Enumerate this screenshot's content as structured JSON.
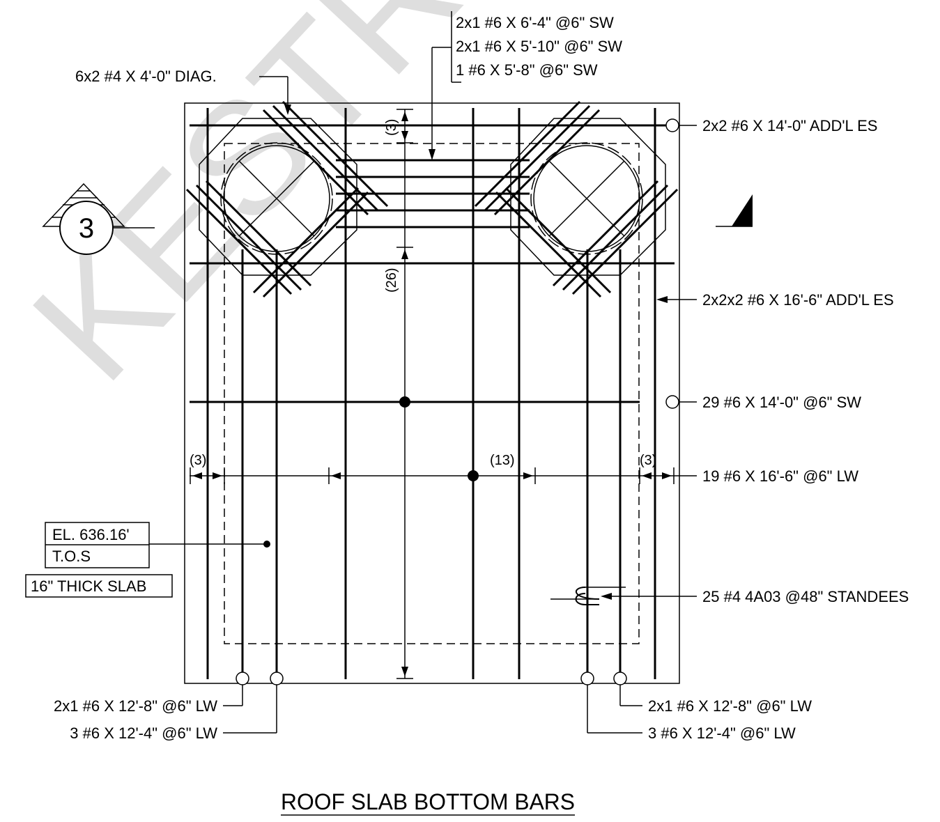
{
  "watermark": "KESTREL",
  "section_marker": "3",
  "title": "ROOF SLAB BOTTOM BARS",
  "elevation": {
    "value": "EL. 636.16'",
    "ref": "T.O.S"
  },
  "slab_note": "16\" THICK SLAB",
  "callouts": {
    "diag": "6x2 #4 X 4'-0\"  DIAG.",
    "sw_group": [
      "2x1 #6 X 6'-4\" @6\" SW",
      "2x1 #6 X 5'-10\" @6\" SW",
      "1 #6 X 5'-8\" @6\" SW"
    ],
    "es_top": "2x2 #6 X 14'-0\"  ADD'L ES",
    "es_side": "2x2x2 #6 X 16'-6\"  ADD'L ES",
    "sw_main": "29 #6 X 14'-0\" @6\" SW",
    "lw_main": "19 #6 X 16'-6\" @6\" LW",
    "standees": "25 #4 4A03 @48\" STANDEES",
    "lw_bl1": "2x1 #6 X 12'-8\" @6\" LW",
    "lw_bl2": "3 #6 X 12'-4\" @6\" LW",
    "lw_br1": "2x1 #6 X 12'-8\" @6\" LW",
    "lw_br2": "3 #6 X 12'-4\" @6\" LW"
  },
  "dimensions": {
    "v_top": "(3)",
    "v_main": "(26)",
    "h_left": "(3)",
    "h_mid": "(13)",
    "h_right": "(3)"
  }
}
